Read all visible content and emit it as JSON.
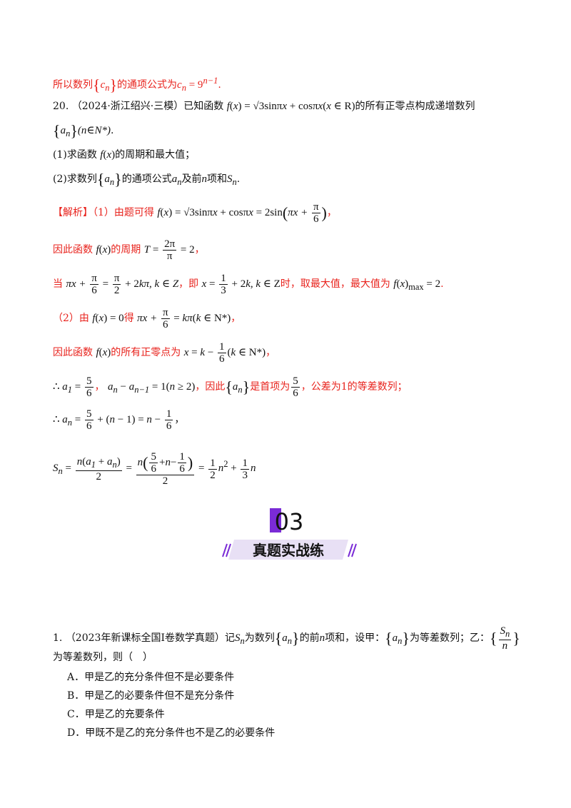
{
  "prev_answer": {
    "text_prefix": "所以数列",
    "seq": "c",
    "text_mid": "的通项公式为",
    "formula": "c_n = 9^(n−1)"
  },
  "q20": {
    "num": "20.",
    "source": "（2024·浙江绍兴·三模）",
    "stem_a": "已知函数",
    "stem_b": "的所有正零点构成递增数列",
    "stem_c": "(n∈N*)",
    "part1_a": "(1)求函数",
    "part1_b": "的周期和最大值；",
    "part2_a": "(2)求数列",
    "part2_b": "的通项公式",
    "part2_c": "及前",
    "part2_d": "项和",
    "sol_tag": "【解析】",
    "sol1": "（1）由题可得",
    "sol2": "因此函数",
    "sol2b": "的周期",
    "sol3a": "当",
    "sol3b": "，即",
    "sol3c": "时，取最大值，最大值为",
    "sol4a": "（2）由",
    "sol4b": "得",
    "sol5a": "因此函数",
    "sol5b": "的所有正零点为",
    "sol6a": "，因此",
    "sol6b": "是首项为",
    "sol6c": "，公差为1的等差数列；"
  },
  "section": {
    "number": "03",
    "title": "真题实战练",
    "accent_color": "#7a2bd6"
  },
  "q1": {
    "num": "1.",
    "source": "（2023年新课标全国Ⅰ卷数学真题）",
    "stem_a": "记",
    "stem_b": "为数列",
    "stem_c": "的前",
    "stem_d": "项和，设甲：",
    "stem_e": "为等差数列；乙：",
    "stem_f": "为等差数列，则（　）",
    "options": [
      "A．甲是乙的充分条件但不是必要条件",
      "B．甲是乙的必要条件但不是充分条件",
      "C．甲是乙的充要条件",
      "D．甲既不是乙的充分条件也不是乙的必要条件"
    ]
  }
}
